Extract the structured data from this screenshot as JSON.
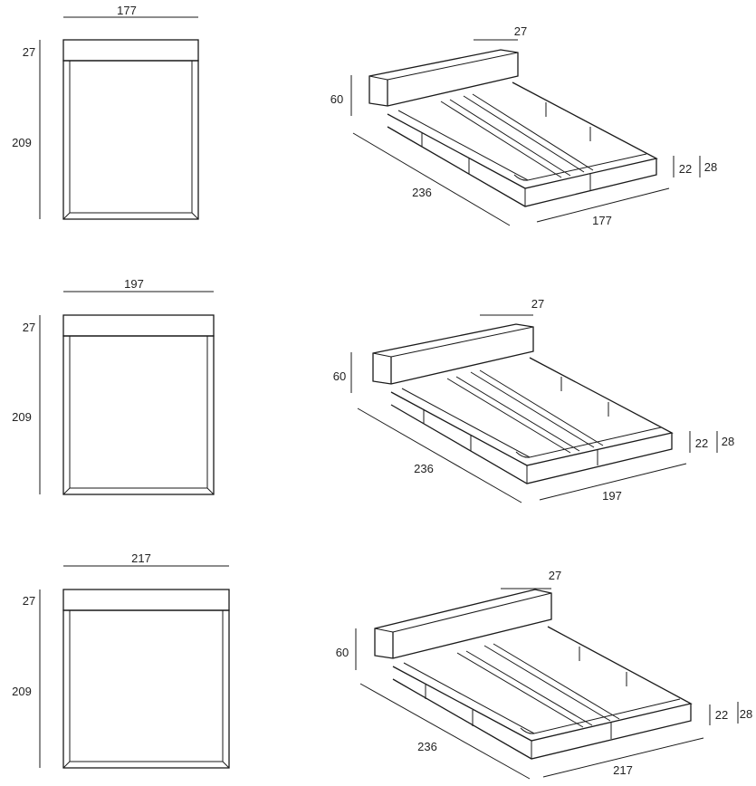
{
  "beds": [
    {
      "plan": {
        "width_label": "177",
        "headboard_depth_label": "27",
        "length_label": "209"
      },
      "iso": {
        "depth_label": "27",
        "height_label": "60",
        "length_label": "236",
        "width_label": "177",
        "frame_height_label": "22",
        "total_height_label": "28"
      }
    },
    {
      "plan": {
        "width_label": "197",
        "headboard_depth_label": "27",
        "length_label": "209"
      },
      "iso": {
        "depth_label": "27",
        "height_label": "60",
        "length_label": "236",
        "width_label": "197",
        "frame_height_label": "22",
        "total_height_label": "28"
      }
    },
    {
      "plan": {
        "width_label": "217",
        "headboard_depth_label": "27",
        "length_label": "209"
      },
      "iso": {
        "depth_label": "27",
        "height_label": "60",
        "length_label": "236",
        "width_label": "217",
        "frame_height_label": "22",
        "total_height_label": "28"
      }
    }
  ]
}
